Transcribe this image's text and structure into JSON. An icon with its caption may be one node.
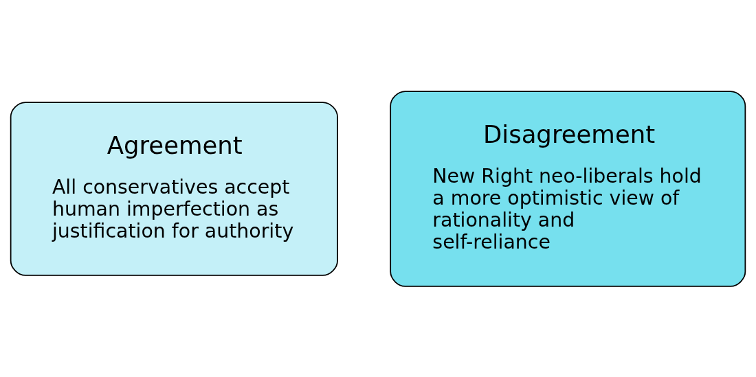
{
  "diagram": {
    "nodes": [
      {
        "text": [
          "Agreement",
          "All conservatives accept human imperfection as justification for authority"
        ]
      },
      {
        "text": [
          "Disagreement",
          "New Right neo-liberals hold a more optimistic view of rationality and self-reliance"
        ]
      }
    ]
  }
}
